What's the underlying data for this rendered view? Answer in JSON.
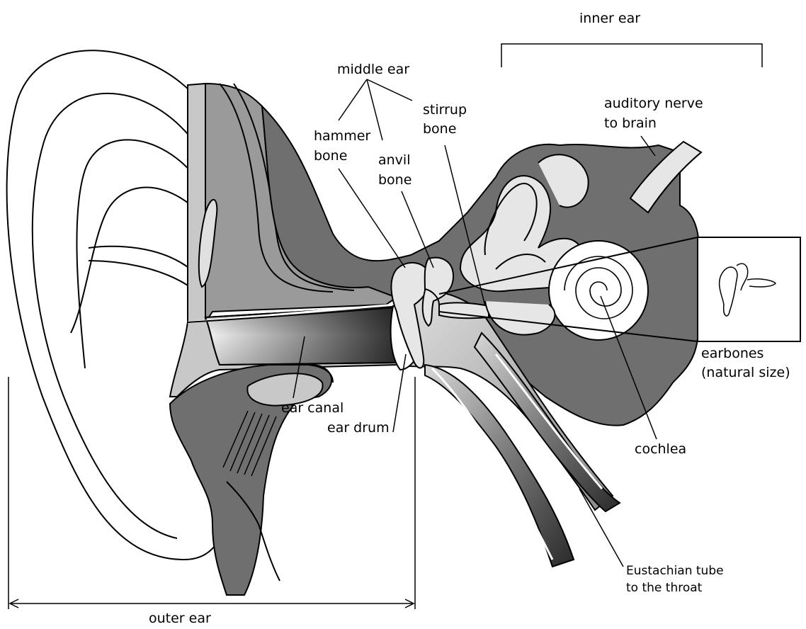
{
  "labels": {
    "inner_ear": "inner ear",
    "middle_ear": "middle ear",
    "stirrup_bone": [
      "stirrup",
      "bone"
    ],
    "hammer_bone": [
      "hammer",
      "bone"
    ],
    "anvil_bone": [
      "anvil",
      "bone"
    ],
    "auditory_nerve": [
      "auditory nerve",
      "to brain"
    ],
    "earbones": [
      "earbones",
      "(natural size)"
    ],
    "ear_canal": "ear canal",
    "ear_drum": "ear drum",
    "cochlea": "cochlea",
    "eustachian_tube": [
      "Eustachian tube",
      "to the throat"
    ],
    "outer_ear": "outer ear"
  },
  "colors": {
    "dark_tissue": "#6f6f6f",
    "mid_tissue": "#9a9a9a",
    "light_tissue": "#c8c8c8",
    "bone_fill": "#e6e6e6",
    "outline": "#000000"
  }
}
